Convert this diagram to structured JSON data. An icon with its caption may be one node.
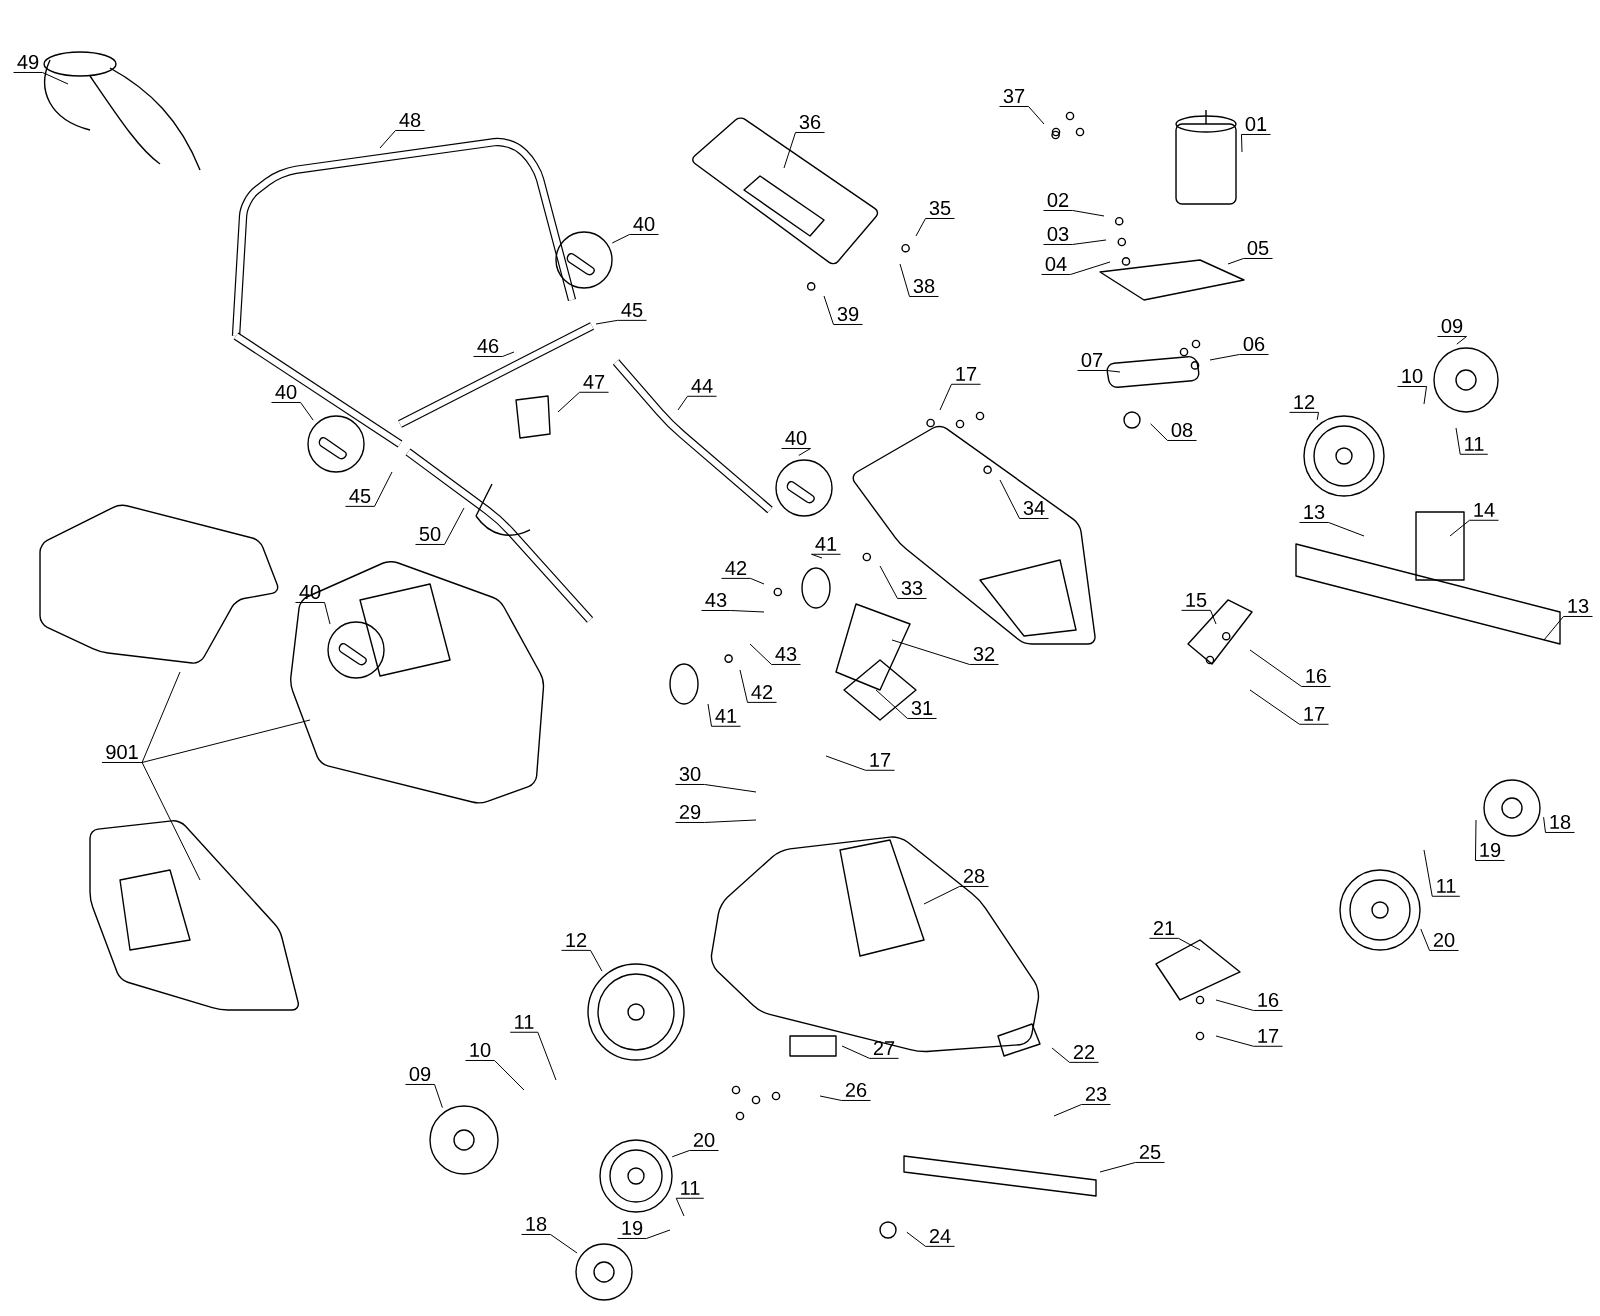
{
  "diagram": {
    "nodes": [
      {
        "text": [
          "49"
        ]
      },
      {
        "text": [
          "48"
        ]
      },
      {
        "text": [
          "40"
        ]
      },
      {
        "text": [
          "36"
        ]
      },
      {
        "text": [
          "37"
        ]
      },
      {
        "text": [
          "01"
        ]
      },
      {
        "text": [
          "35"
        ]
      },
      {
        "text": [
          "02"
        ]
      },
      {
        "text": [
          "03"
        ]
      },
      {
        "text": [
          "38"
        ]
      },
      {
        "text": [
          "04"
        ]
      },
      {
        "text": [
          "05"
        ]
      },
      {
        "text": [
          "45"
        ]
      },
      {
        "text": [
          "39"
        ]
      },
      {
        "text": [
          "46"
        ]
      },
      {
        "text": [
          "40"
        ]
      },
      {
        "text": [
          "06"
        ]
      },
      {
        "text": [
          "09"
        ]
      },
      {
        "text": [
          "44"
        ]
      },
      {
        "text": [
          "47"
        ]
      },
      {
        "text": [
          "07"
        ]
      },
      {
        "text": [
          "17"
        ]
      },
      {
        "text": [
          "10"
        ]
      },
      {
        "text": [
          "12"
        ]
      },
      {
        "text": [
          "08"
        ]
      },
      {
        "text": [
          "11"
        ]
      },
      {
        "text": [
          "40"
        ]
      },
      {
        "text": [
          "45"
        ]
      },
      {
        "text": [
          "50"
        ]
      },
      {
        "text": [
          "34"
        ]
      },
      {
        "text": [
          "13"
        ]
      },
      {
        "text": [
          "14"
        ]
      },
      {
        "text": [
          "42"
        ]
      },
      {
        "text": [
          "41"
        ]
      },
      {
        "text": [
          "40"
        ]
      },
      {
        "text": [
          "33"
        ]
      },
      {
        "text": [
          "43"
        ]
      },
      {
        "text": [
          "15"
        ]
      },
      {
        "text": [
          "13"
        ]
      },
      {
        "text": [
          "43"
        ]
      },
      {
        "text": [
          "32"
        ]
      },
      {
        "text": [
          "16"
        ]
      },
      {
        "text": [
          "42"
        ]
      },
      {
        "text": [
          "41"
        ]
      },
      {
        "text": [
          "31"
        ]
      },
      {
        "text": [
          "17"
        ]
      },
      {
        "text": [
          "901"
        ]
      },
      {
        "text": [
          "17"
        ]
      },
      {
        "text": [
          "30"
        ]
      },
      {
        "text": [
          "29"
        ]
      },
      {
        "text": [
          "18"
        ]
      },
      {
        "text": [
          "19"
        ]
      },
      {
        "text": [
          "11"
        ]
      },
      {
        "text": [
          "28"
        ]
      },
      {
        "text": [
          "21"
        ]
      },
      {
        "text": [
          "20"
        ]
      },
      {
        "text": [
          "12"
        ]
      },
      {
        "text": [
          "16"
        ]
      },
      {
        "text": [
          "11"
        ]
      },
      {
        "text": [
          "17"
        ]
      },
      {
        "text": [
          "27"
        ]
      },
      {
        "text": [
          "22"
        ]
      },
      {
        "text": [
          "10"
        ]
      },
      {
        "text": [
          "09"
        ]
      },
      {
        "text": [
          "26"
        ]
      },
      {
        "text": [
          "23"
        ]
      },
      {
        "text": [
          "20"
        ]
      },
      {
        "text": [
          "25"
        ]
      },
      {
        "text": [
          "11"
        ]
      },
      {
        "text": [
          "19"
        ]
      },
      {
        "text": [
          "18"
        ]
      },
      {
        "text": [
          "24"
        ]
      }
    ],
    "edges": [
      {
        "from": 0,
        "to": null,
        "arrow": "none"
      },
      {
        "from": 1,
        "to": null,
        "arrow": "none"
      },
      {
        "from": 2,
        "to": null,
        "arrow": "none"
      },
      {
        "from": 3,
        "to": null,
        "arrow": "none"
      },
      {
        "from": 4,
        "to": null,
        "arrow": "none"
      },
      {
        "from": 5,
        "to": null,
        "arrow": "none"
      },
      {
        "from": 6,
        "to": null,
        "arrow": "none"
      },
      {
        "from": 7,
        "to": null,
        "arrow": "none"
      },
      {
        "from": 8,
        "to": null,
        "arrow": "none"
      },
      {
        "from": 9,
        "to": null,
        "arrow": "none"
      },
      {
        "from": 10,
        "to": null,
        "arrow": "none"
      },
      {
        "from": 11,
        "to": null,
        "arrow": "none"
      },
      {
        "from": 12,
        "to": null,
        "arrow": "none"
      },
      {
        "from": 13,
        "to": null,
        "arrow": "none"
      },
      {
        "from": 14,
        "to": null,
        "arrow": "none"
      },
      {
        "from": 15,
        "to": null,
        "arrow": "none"
      },
      {
        "from": 16,
        "to": null,
        "arrow": "none"
      },
      {
        "from": 17,
        "to": null,
        "arrow": "none"
      },
      {
        "from": 18,
        "to": null,
        "arrow": "none"
      },
      {
        "from": 19,
        "to": null,
        "arrow": "none"
      },
      {
        "from": 20,
        "to": null,
        "arrow": "none"
      },
      {
        "from": 21,
        "to": null,
        "arrow": "none"
      },
      {
        "from": 22,
        "to": null,
        "arrow": "none"
      },
      {
        "from": 23,
        "to": null,
        "arrow": "none"
      },
      {
        "from": 24,
        "to": null,
        "arrow": "none"
      },
      {
        "from": 25,
        "to": null,
        "arrow": "none"
      },
      {
        "from": 26,
        "to": null,
        "arrow": "none"
      },
      {
        "from": 27,
        "to": null,
        "arrow": "none"
      },
      {
        "from": 28,
        "to": null,
        "arrow": "none"
      },
      {
        "from": 29,
        "to": null,
        "arrow": "none"
      },
      {
        "from": 30,
        "to": null,
        "arrow": "none"
      },
      {
        "from": 31,
        "to": null,
        "arrow": "none"
      },
      {
        "from": 32,
        "to": null,
        "arrow": "none"
      },
      {
        "from": 33,
        "to": null,
        "arrow": "none"
      },
      {
        "from": 34,
        "to": null,
        "arrow": "none"
      },
      {
        "from": 35,
        "to": null,
        "arrow": "none"
      },
      {
        "from": 36,
        "to": null,
        "arrow": "none"
      },
      {
        "from": 37,
        "to": null,
        "arrow": "none"
      },
      {
        "from": 38,
        "to": null,
        "arrow": "none"
      },
      {
        "from": 39,
        "to": null,
        "arrow": "none"
      },
      {
        "from": 40,
        "to": null,
        "arrow": "none"
      },
      {
        "from": 41,
        "to": null,
        "arrow": "none"
      },
      {
        "from": 42,
        "to": null,
        "arrow": "none"
      },
      {
        "from": 43,
        "to": null,
        "arrow": "none"
      },
      {
        "from": 44,
        "to": null,
        "arrow": "none"
      },
      {
        "from": 45,
        "to": null,
        "arrow": "none"
      },
      {
        "from": 46,
        "to": null,
        "arrow": "none"
      },
      {
        "from": 46,
        "to": null,
        "arrow": "none"
      },
      {
        "from": 46,
        "to": null,
        "arrow": "none"
      },
      {
        "from": 47,
        "to": null,
        "arrow": "none"
      },
      {
        "from": 48,
        "to": null,
        "arrow": "none"
      },
      {
        "from": 49,
        "to": null,
        "arrow": "none"
      },
      {
        "from": 50,
        "to": null,
        "arrow": "none"
      },
      {
        "from": 51,
        "to": null,
        "arrow": "none"
      },
      {
        "from": 52,
        "to": null,
        "arrow": "none"
      },
      {
        "from": 53,
        "to": null,
        "arrow": "none"
      },
      {
        "from": 54,
        "to": null,
        "arrow": "none"
      },
      {
        "from": 55,
        "to": null,
        "arrow": "none"
      },
      {
        "from": 56,
        "to": null,
        "arrow": "none"
      },
      {
        "from": 57,
        "to": null,
        "arrow": "none"
      },
      {
        "from": 58,
        "to": null,
        "arrow": "none"
      },
      {
        "from": 59,
        "to": null,
        "arrow": "none"
      },
      {
        "from": 60,
        "to": null,
        "arrow": "none"
      },
      {
        "from": 61,
        "to": null,
        "arrow": "none"
      },
      {
        "from": 62,
        "to": null,
        "arrow": "none"
      },
      {
        "from": 63,
        "to": null,
        "arrow": "none"
      },
      {
        "from": 64,
        "to": null,
        "arrow": "none"
      },
      {
        "from": 65,
        "to": null,
        "arrow": "none"
      },
      {
        "from": 66,
        "to": null,
        "arrow": "none"
      },
      {
        "from": 67,
        "to": null,
        "arrow": "none"
      },
      {
        "from": 68,
        "to": null,
        "arrow": "none"
      },
      {
        "from": 69,
        "to": null,
        "arrow": "none"
      },
      {
        "from": 70,
        "to": null,
        "arrow": "none"
      },
      {
        "from": 71,
        "to": null,
        "arrow": "none"
      }
    ]
  }
}
